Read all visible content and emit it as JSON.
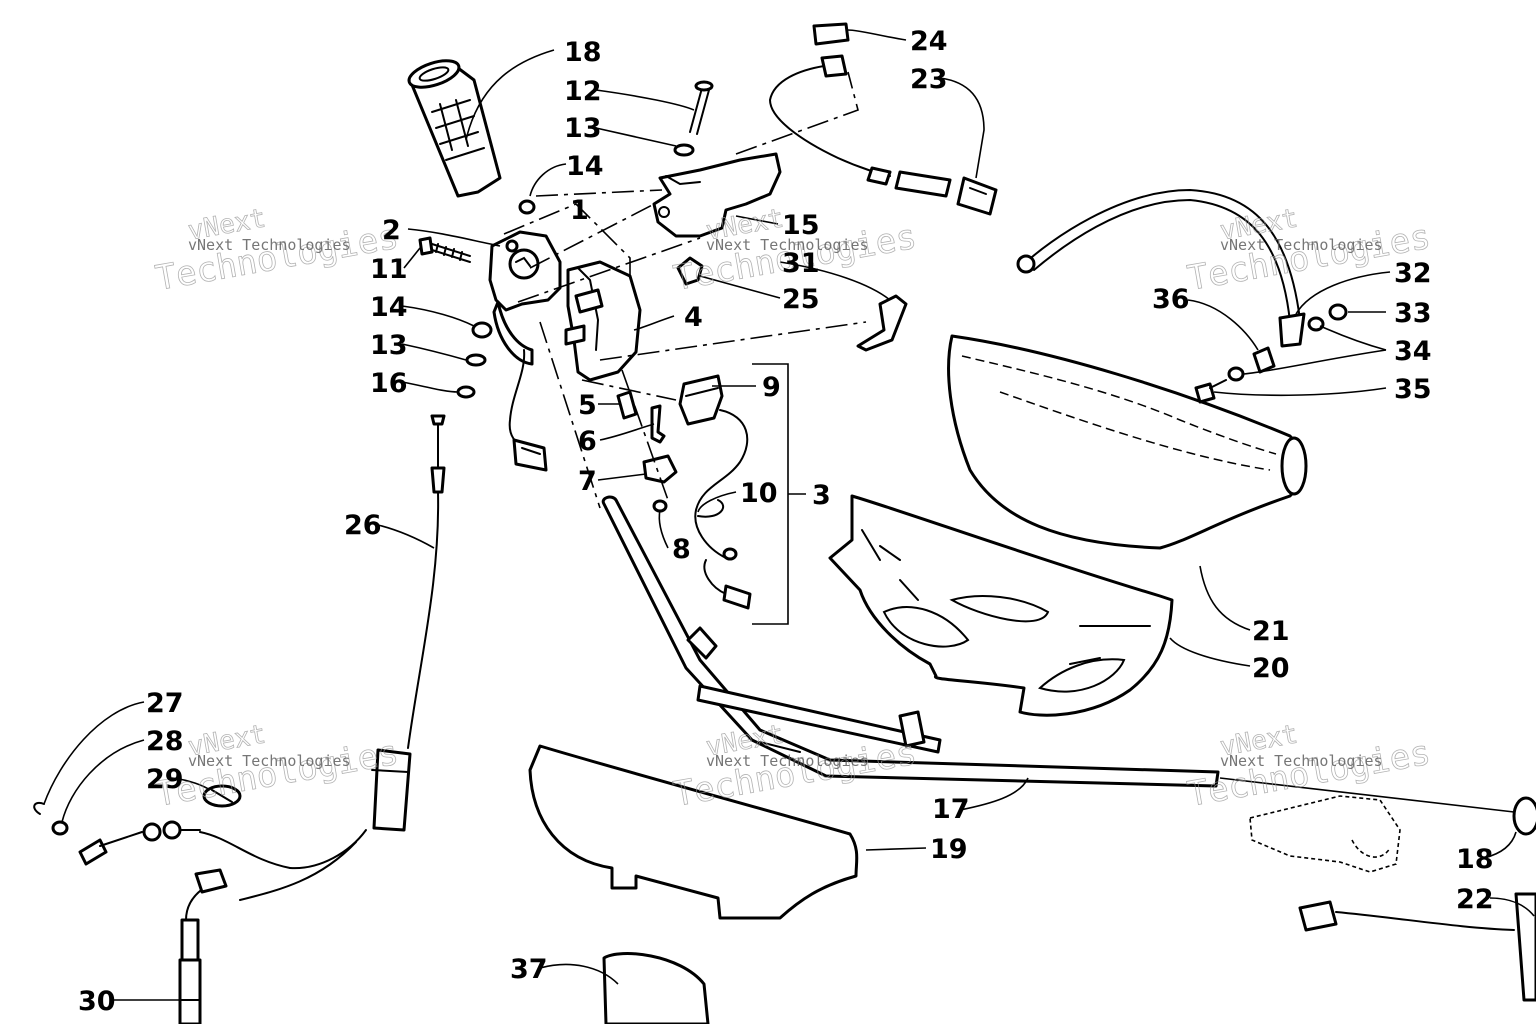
{
  "watermark": {
    "line1": "vNext",
    "line2": "Technologies",
    "small": "vNext Technologies"
  },
  "callouts": [
    {
      "id": "18",
      "text": "18"
    },
    {
      "id": "12",
      "text": "12"
    },
    {
      "id": "13",
      "text": "13"
    },
    {
      "id": "14",
      "text": "14"
    },
    {
      "id": "1",
      "text": "1"
    },
    {
      "id": "2",
      "text": "2"
    },
    {
      "id": "11",
      "text": "11"
    },
    {
      "id": "14b",
      "text": "14"
    },
    {
      "id": "13b",
      "text": "13"
    },
    {
      "id": "16",
      "text": "16"
    },
    {
      "id": "24",
      "text": "24"
    },
    {
      "id": "23",
      "text": "23"
    },
    {
      "id": "15",
      "text": "15"
    },
    {
      "id": "31",
      "text": "31"
    },
    {
      "id": "25",
      "text": "25"
    },
    {
      "id": "4",
      "text": "4"
    },
    {
      "id": "9",
      "text": "9"
    },
    {
      "id": "5",
      "text": "5"
    },
    {
      "id": "6",
      "text": "6"
    },
    {
      "id": "7",
      "text": "7"
    },
    {
      "id": "10",
      "text": "10"
    },
    {
      "id": "3",
      "text": "3"
    },
    {
      "id": "8",
      "text": "8"
    },
    {
      "id": "32",
      "text": "32"
    },
    {
      "id": "36",
      "text": "36"
    },
    {
      "id": "33",
      "text": "33"
    },
    {
      "id": "34",
      "text": "34"
    },
    {
      "id": "35",
      "text": "35"
    },
    {
      "id": "26",
      "text": "26"
    },
    {
      "id": "21",
      "text": "21"
    },
    {
      "id": "20",
      "text": "20"
    },
    {
      "id": "27",
      "text": "27"
    },
    {
      "id": "28",
      "text": "28"
    },
    {
      "id": "29",
      "text": "29"
    },
    {
      "id": "17",
      "text": "17"
    },
    {
      "id": "19",
      "text": "19"
    },
    {
      "id": "18b",
      "text": "18"
    },
    {
      "id": "22",
      "text": "22"
    },
    {
      "id": "37",
      "text": "37"
    },
    {
      "id": "30",
      "text": "30"
    }
  ]
}
